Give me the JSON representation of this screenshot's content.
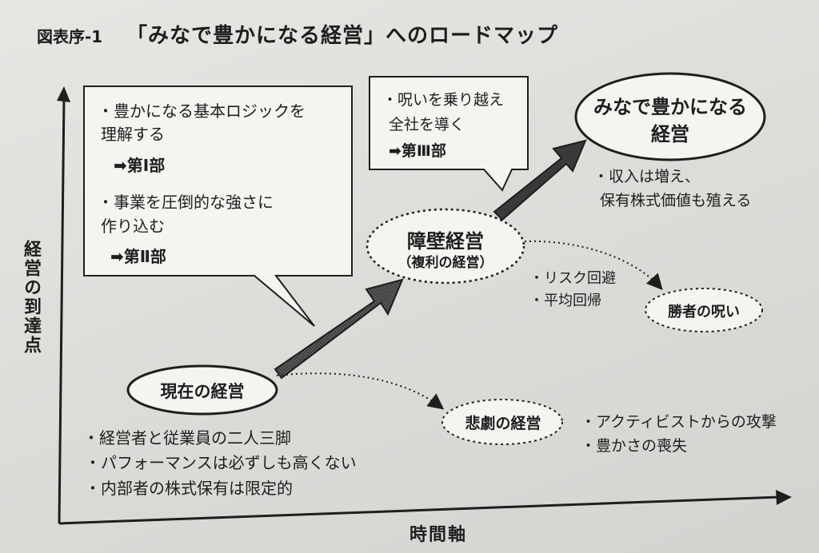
{
  "figure": {
    "label": "図表序-1",
    "title": "「みなで豊かになる経営」へのロードマップ"
  },
  "axes": {
    "y_label": "経営の到達点",
    "x_label": "時間軸"
  },
  "nodes": {
    "current": "現在の経営",
    "barrier": "障壁経営",
    "barrier_sub": "（複利の経営）",
    "prosperity_line1": "みなで豊かになる",
    "prosperity_line2": "経営",
    "winners_curse": "勝者の呪い",
    "tragedy": "悲劇の経営"
  },
  "callout_left": {
    "item1_line1": "・豊かになる基本ロジックを",
    "item1_line2": "理解する",
    "item1_ref": "➡第Ⅰ部",
    "item2_line1": "・事業を圧倒的な強さに",
    "item2_line2": "作り込む",
    "item2_ref": "➡第Ⅱ部"
  },
  "callout_right": {
    "line1": "・呪いを乗り越え",
    "line2": "全社を導く",
    "ref": "➡第Ⅲ部"
  },
  "notes": {
    "current": [
      "・経営者と従業員の二人三脚",
      "・パフォーマンスは必ずしも高くない",
      "・内部者の株式保有は限定的"
    ],
    "barrier": [
      "・リスク回避",
      "・平均回帰"
    ],
    "tragedy": [
      "・アクティビストからの攻撃",
      "・豊かさの喪失"
    ],
    "prosperity": [
      "・収入は増え、",
      "保有株式価値も殖える"
    ]
  },
  "colors": {
    "ink": "#1e1e1e",
    "arrow_fill": "#3a3a3a",
    "box_fill": "#f4f4f1"
  }
}
